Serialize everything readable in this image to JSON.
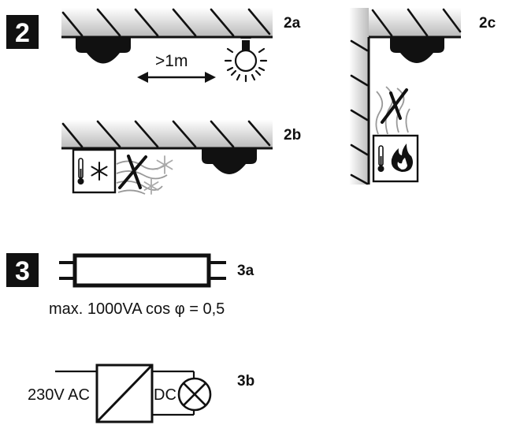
{
  "step2": {
    "number": "2",
    "label_2a": "2a",
    "label_2b": "2b",
    "label_2c": "2c",
    "distance_text": ">1m"
  },
  "step3": {
    "number": "3",
    "label_3a": "3a",
    "label_3b": "3b",
    "max_load_text": "max. 1000VA cos φ = 0,5",
    "input_voltage_text": "230V AC",
    "output_text": "DC"
  }
}
